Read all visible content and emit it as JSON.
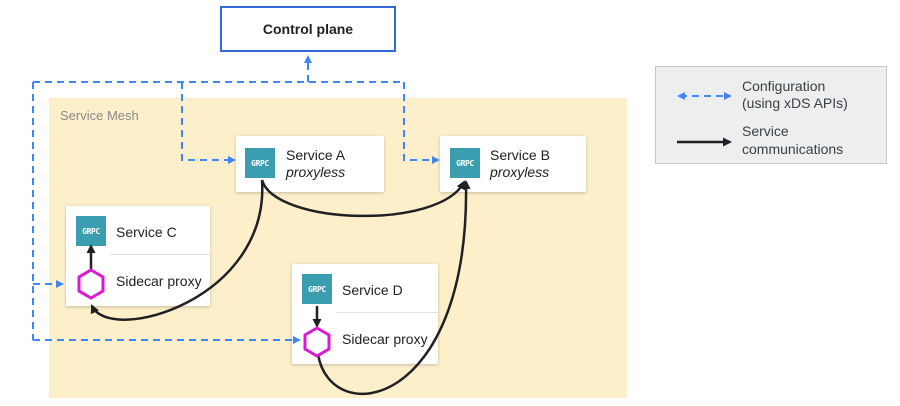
{
  "control_plane": {
    "label": "Control plane"
  },
  "mesh": {
    "label": "Service Mesh"
  },
  "services": {
    "a": {
      "name": "Service A",
      "mode": "proxyless",
      "icon": "grpc-icon"
    },
    "b": {
      "name": "Service B",
      "mode": "proxyless",
      "icon": "grpc-icon"
    },
    "c": {
      "name": "Service C",
      "proxy": "Sidecar proxy",
      "icon": "grpc-icon"
    },
    "d": {
      "name": "Service D",
      "proxy": "Sidecar proxy",
      "icon": "grpc-icon"
    }
  },
  "grpc_badge": "GRPC",
  "legend": {
    "configuration_line1": "Configuration",
    "configuration_line2": "(using xDS APIs)",
    "service_line1": "Service",
    "service_line2": "communications"
  },
  "colors": {
    "config": "#4285f4",
    "service": "#202124",
    "mesh_bg": "#fcefc9",
    "grpc": "#3a9eb0",
    "proxy": "#d81bd0",
    "control_border": "#3367d6"
  }
}
